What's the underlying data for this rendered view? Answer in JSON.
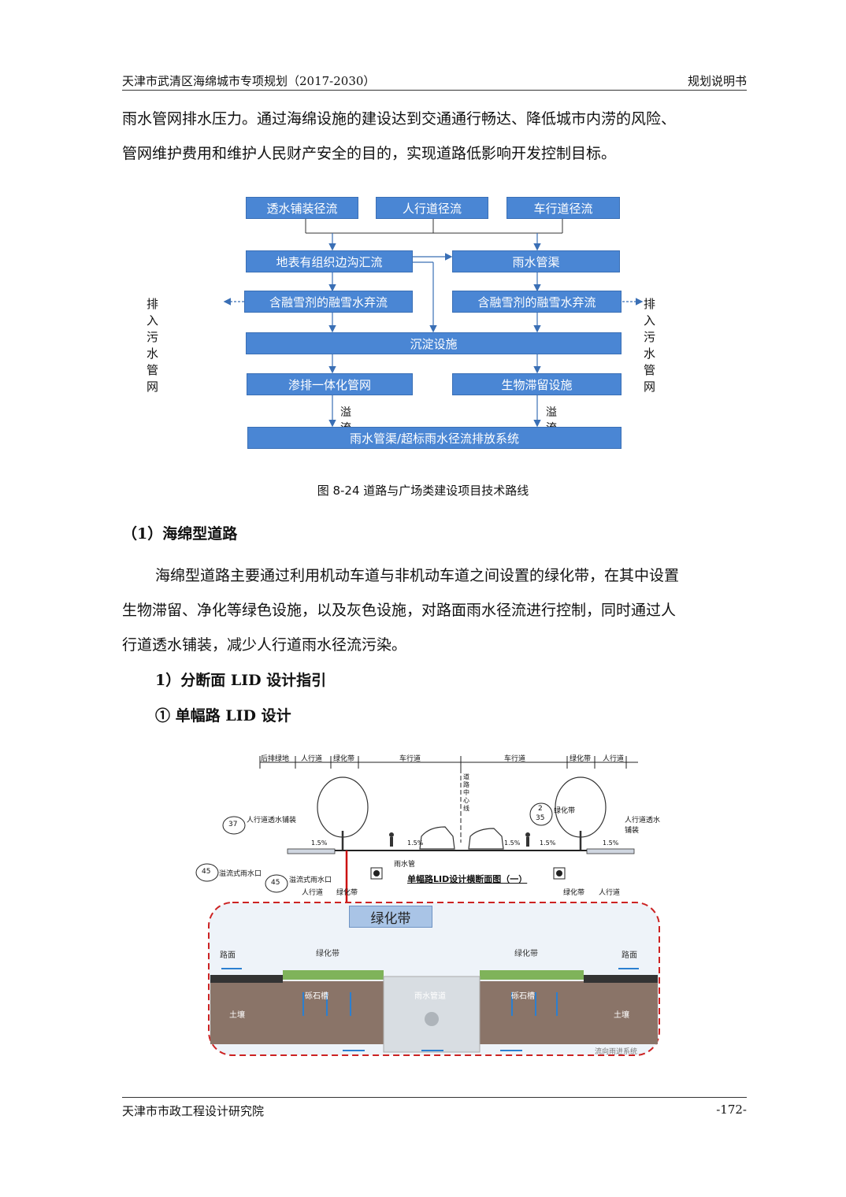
{
  "header": {
    "title": "天津市武清区海绵城市专项规划（2017-2030）",
    "right": "规划说明书"
  },
  "intro": {
    "line1": "雨水管网排水压力。通过海绵设施的建设达到交通通行畅达、降低城市内涝的风险、",
    "line2": "管网维护费用和维护人民财产安全的目的，实现道路低影响开发控制目标。"
  },
  "flowchart": {
    "row1": [
      "透水铺装径流",
      "人行道径流",
      "车行道径流"
    ],
    "left_collect": "地表有组织边沟汇流",
    "right_collect": "雨水管渠",
    "left_melt": "含融雪剂的融雪水弃流",
    "right_melt": "含融雪剂的融雪水弃流",
    "left_out": "排入污水管网",
    "right_out": "排入污水管网",
    "settle": "沉淀设施",
    "left_down": "渗排一体化管网",
    "right_down": "生物滞留设施",
    "overflow_left": "溢流",
    "overflow_right": "溢流",
    "bottom": "雨水管渠/超标雨水径流排放系统"
  },
  "caption": "图 8-24  道路与广场类建设项目技术路线",
  "section_title": "（1）海绵型道路",
  "body": {
    "line1": "海绵型道路主要通过利用机动车道与非机动车道之间设置的绿化带，在其中设置",
    "line2": "生物滞留、净化等绿色设施，以及灰色设施，对路面雨水径流进行控制，同时通过人",
    "line3": "行道透水铺装，减少人行道雨水径流污染。"
  },
  "sub1": "1）分断面 LID 设计指引",
  "sub2": "① 单幅路 LID 设计",
  "section_figure": {
    "top_labels": [
      "后排绿地",
      "人行道",
      "绿化带",
      "车行道",
      "车行道",
      "绿化带",
      "人行道"
    ],
    "center_label": "道路中心线",
    "callouts": [
      "37",
      "45",
      "45",
      "2",
      "35"
    ],
    "left_note": "人行道透水铺装",
    "right_note": "人行道透水铺装",
    "overflow_inlet": "溢流式雨水口",
    "overflow_inlet2": "溢流式雨水口",
    "green_belt_note": "绿化带",
    "pipe_note": "雨水管",
    "slopes": [
      "1.5%",
      "1.5%",
      "1.5%",
      "1.5%",
      "1.5%"
    ],
    "drawing_title": "单幅路LID设计横断面图（一）",
    "bottom_left": [
      "人行道",
      "绿化带"
    ],
    "bottom_right": [
      "绿化带",
      "人行道"
    ],
    "detail_tag": "绿化带",
    "detail_labels": {
      "road_left": "路面",
      "green_left": "绿化带",
      "gravel_left": "砾石槽",
      "soil_left": "土壤",
      "channel": "雨水管道",
      "road_right": "路面",
      "green_right": "绿化带",
      "gravel_right": "砾石槽",
      "soil_right": "土壤",
      "flow_note": "流向雨进系统"
    }
  },
  "footer": {
    "left": "天津市市政工程设计研究院",
    "right": "-172-"
  },
  "colors": {
    "box": "#4a86d4",
    "dashed": "#cc2222",
    "soil": "#8a7468"
  }
}
